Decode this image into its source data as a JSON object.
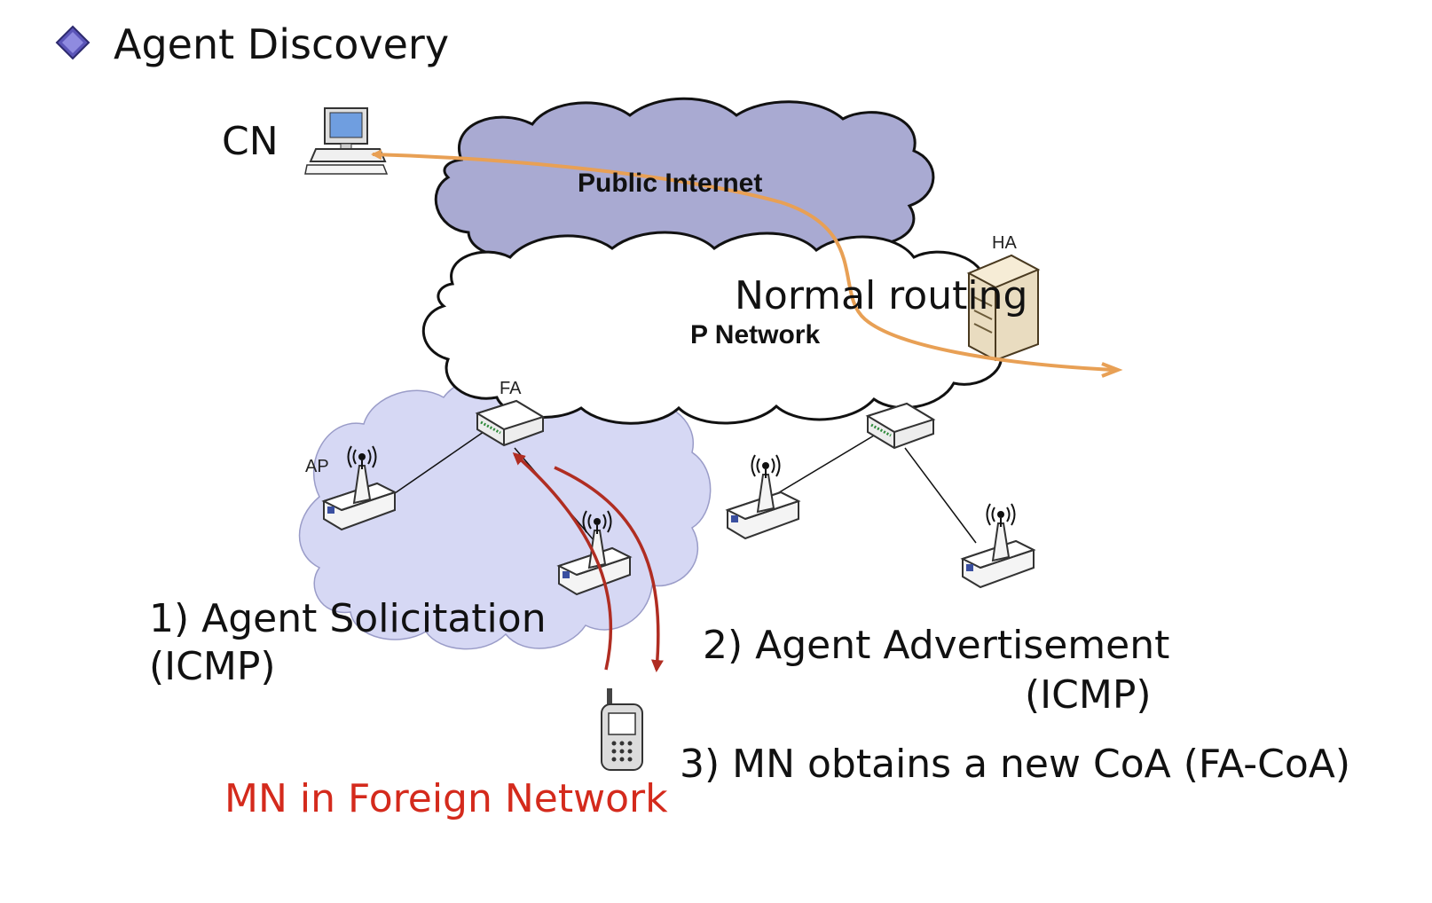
{
  "title": "Agent Discovery",
  "labels": {
    "cn": "CN",
    "public_internet": "Public Internet",
    "p_network": "P Network",
    "normal_routing": "Normal routing",
    "ha": "HA",
    "fa": "FA",
    "ap": "AP",
    "step1_line1": "1) Agent Solicitation",
    "step1_line2": "(ICMP)",
    "step2_line1": "2) Agent Advertisement",
    "step2_line2": "(ICMP)",
    "step3": "3) MN obtains a new CoA (FA-CoA)",
    "mn_foreign": "MN in Foreign Network"
  },
  "colors": {
    "public_cloud": "#a9aad2",
    "foreign_cloud": "#d6d8f4",
    "p_cloud": "#ffffff",
    "route_arrow": "#e8a055",
    "signal_arrow": "#b02d22",
    "red_text": "#d42a1c",
    "bullet": "#5b55b8"
  },
  "icons": [
    "diamond-bullet-icon",
    "computer-icon",
    "server-icon",
    "router-icon",
    "access-point-icon",
    "mobile-phone-icon"
  ]
}
